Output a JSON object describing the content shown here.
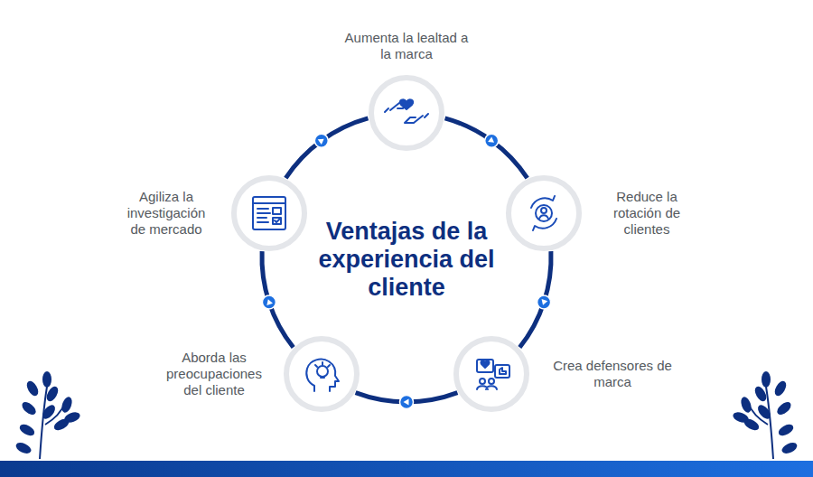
{
  "diagram": {
    "title": "Ventajas de la experiencia del cliente",
    "nodes": [
      {
        "text": [
          "Aumenta la lealtad a la marca"
        ]
      },
      {
        "text": [
          "Reduce la rotación de clientes"
        ]
      },
      {
        "text": [
          "Crea defensores de marca"
        ]
      },
      {
        "text": [
          "Aborda las preocupaciones del cliente"
        ]
      },
      {
        "text": [
          "Agiliza la investigación de mercado"
        ]
      }
    ],
    "edges": [
      {
        "from": 0,
        "to": 1,
        "arrow": "to"
      },
      {
        "from": 1,
        "to": 2,
        "arrow": "to"
      },
      {
        "from": 2,
        "to": 3,
        "arrow": "to"
      },
      {
        "from": 3,
        "to": 4,
        "arrow": "to"
      },
      {
        "from": 4,
        "to": 0,
        "arrow": "to"
      }
    ]
  }
}
